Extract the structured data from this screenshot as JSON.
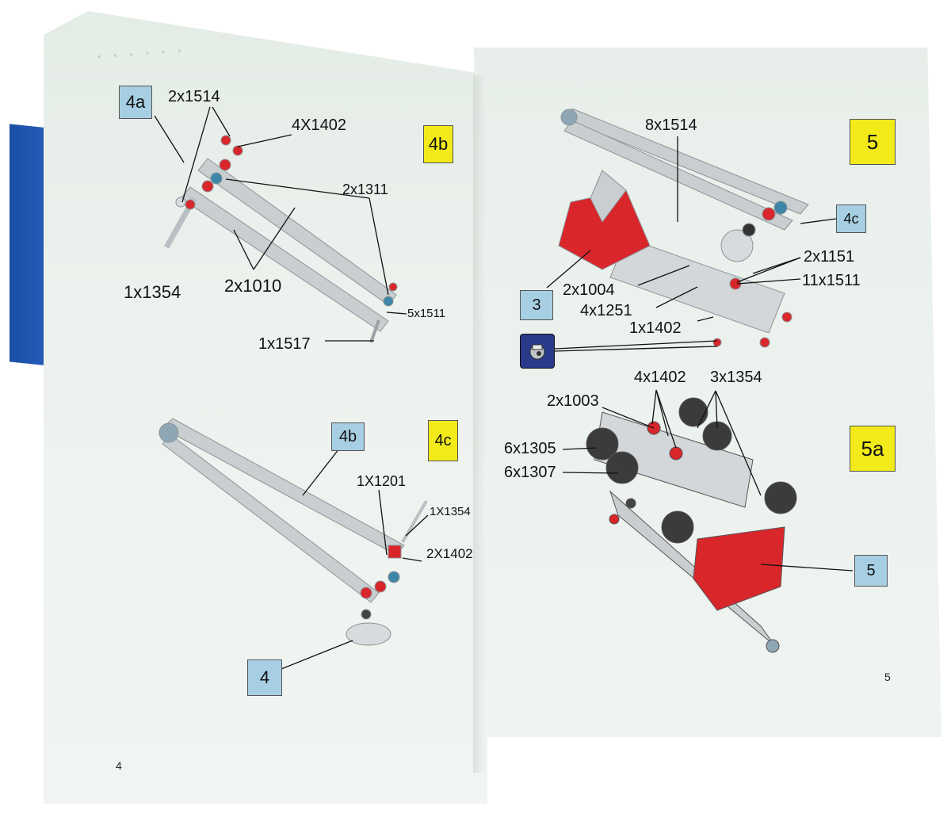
{
  "manual": {
    "left_page": {
      "page_number": "4",
      "steps": {
        "s4a": "4a",
        "s4b": "4b",
        "s4c": "4c",
        "s4b_ref": "4b",
        "s4_ref": "4"
      },
      "parts": {
        "p1": "2x1514",
        "p2": "4X1402",
        "p3": "2x1311",
        "p4": "1x1354",
        "p5": "2x1010",
        "p6": "5x1511",
        "p7": "1x1517",
        "p8": "1X1201",
        "p9": "1X1354",
        "p10": "2X1402"
      }
    },
    "right_page": {
      "page_number": "5",
      "steps": {
        "s5": "5",
        "s5a": "5a",
        "s4c_ref": "4c",
        "s3_ref": "3",
        "s5_ref": "5"
      },
      "parts": {
        "q1": "8x1514",
        "q2": "2x1151",
        "q3": "11x1511",
        "q4": "2x1004",
        "q5": "4x1251",
        "q6": "1x1402",
        "q7": "4x1402",
        "q8": "3x1354",
        "q9": "2x1003",
        "q10": "6x1305",
        "q11": "6x1307"
      }
    },
    "colors": {
      "step_blue": "#a7cfe3",
      "step_yellow": "#f3ea1a",
      "part_red": "#d9262b",
      "metal": "#c7cbcd"
    }
  }
}
